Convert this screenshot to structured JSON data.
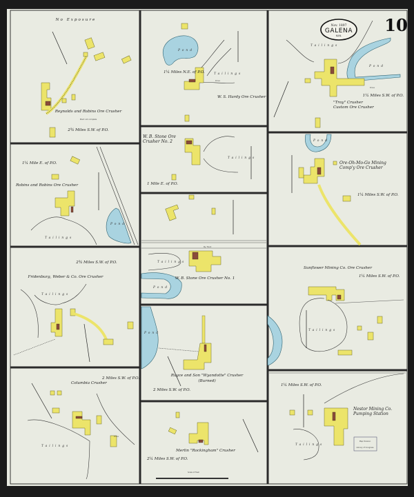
{
  "sheet": {
    "number": "10",
    "town": "GALENA",
    "state": "KAN.",
    "date": "Nov. 1897"
  },
  "colors": {
    "paper": "#e9ebe2",
    "frame": "#ece46a",
    "brick": "#8a4b3a",
    "water": "#a9d3e0",
    "border": "#2a2a2a"
  },
  "panels": [
    {
      "title": "Reynolds and Robins Ore Crusher",
      "note": "Plant not complete",
      "distance": "2¾ Miles S.W. of P.O.",
      "labels": {
        "exposure": "No Exposure"
      }
    },
    {
      "title": "W. S. Hardy Ore Crusher",
      "distance": "1¼ Miles N.E. of P.O.",
      "labels": {
        "pond": "Pond",
        "tailings": "Tailings",
        "drive": "Drive"
      }
    },
    {
      "title": "\"Troy\" Crusher",
      "subtitle": "Custom Ore Crusher",
      "distance": "1¼ Miles S.W. of P.O.",
      "labels": {
        "pond": "Pond",
        "tailings": "Tailings",
        "drive": "Drive"
      }
    },
    {
      "title": "Robins and Robins Ore Crusher",
      "distance": "1¼ Mile E. of P.O.",
      "labels": {
        "pond": "Pond",
        "tailings": "Tailings"
      }
    },
    {
      "title": "W. B. Stone Ore Crusher No. 2",
      "distance": "1 Mile E. of P.O.",
      "labels": {
        "tailings": "Tailings"
      }
    },
    {
      "title": "Ore-Oh-Mo-Go Mining Comp'y Ore Crusher",
      "distance": "1¼ Miles S.W. of P.O.",
      "labels": {
        "pond": "Pond"
      }
    },
    {
      "title": "W. B. Stone Ore Crusher No. 1",
      "labels": {
        "pond": "Pond",
        "tailings": "Tailings",
        "railroad": "Ry. Track"
      }
    },
    {
      "title": "Fridenburg, Weber & Co. Ore Crusher",
      "distance": "2¾ Miles S.W. of P.O.",
      "labels": {
        "tailings": "Tailings"
      }
    },
    {
      "title": "Sunflower Mining Co. Ore Crusher",
      "distance": "1¼ Miles S.W. of P.O.",
      "labels": {
        "tailings": "Tailings"
      }
    },
    {
      "title": "Ruyce and Son \"Wyandotte\" Crusher",
      "subtitle": "(Burned)",
      "distance": "2 Miles S.W. of P.O.",
      "labels": {
        "pond": "Pond"
      }
    },
    {
      "title": "Columbia Crusher",
      "distance": "2 Miles S.W. of P.O.",
      "labels": {
        "tailings": "Tailings",
        "drive": "Drive"
      }
    },
    {
      "title": "Merlin \"Rockingham\" Crusher",
      "distance": "2¼ Miles S.W. of P.O."
    },
    {
      "title": "Nestor Mining Co. Pumping Station",
      "distance": "1¼ Miles S.W. of P.O.",
      "labels": {
        "tailings": "Tailings"
      }
    }
  ],
  "scale": {
    "label": "Scale of Feet"
  },
  "stamp": {
    "line1": "Map Division",
    "line2": "Library of Congress"
  }
}
